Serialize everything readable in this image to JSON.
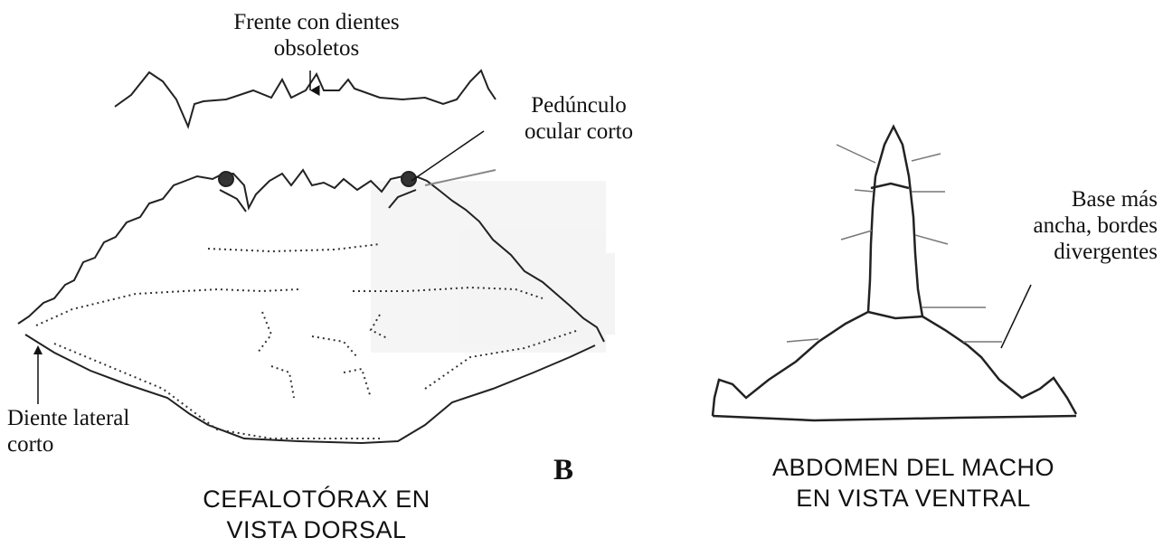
{
  "figure_letter": "B",
  "labels": {
    "frente": [
      "Frente con dientes",
      "obsoletos"
    ],
    "pedunculo": [
      "Pedúnculo",
      "ocular corto"
    ],
    "diente": [
      "Diente lateral",
      "corto"
    ],
    "base": [
      "Base más",
      "ancha, bordes",
      "divergentes"
    ]
  },
  "captions": {
    "cefalotorax": [
      "CEFALOTÓRAX EN",
      "VISTA DORSAL"
    ],
    "abdomen": [
      "ABDOMEN DEL MACHO",
      "EN VISTA VENTRAL"
    ]
  }
}
